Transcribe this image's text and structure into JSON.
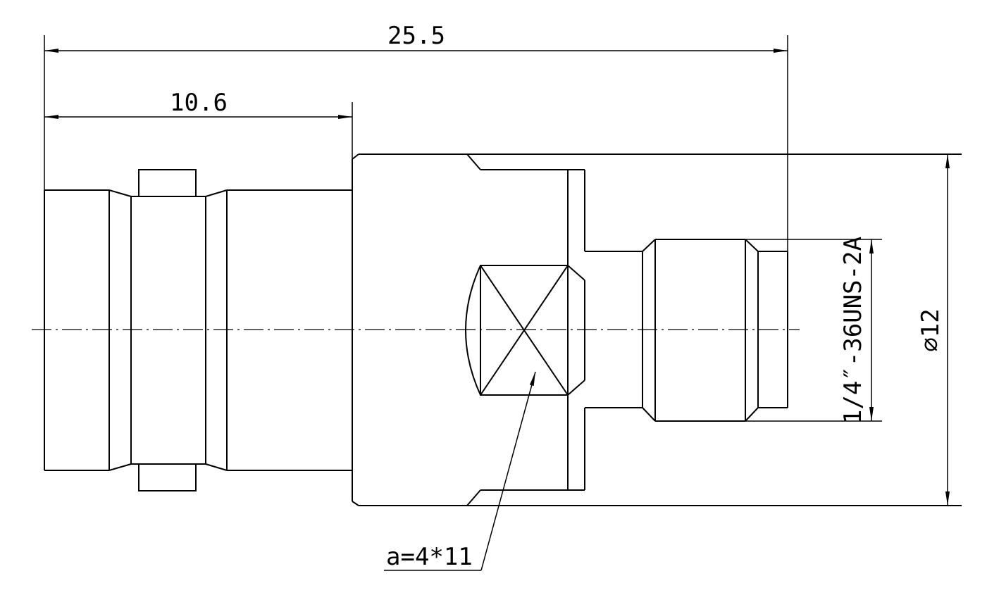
{
  "drawing": {
    "dim_overall_length": "25.5",
    "dim_front_length": "10.6",
    "dim_thread": "1/4″-36UNS-2A",
    "dim_diameter": "⌀12",
    "callout_hex": "a=4*11"
  }
}
